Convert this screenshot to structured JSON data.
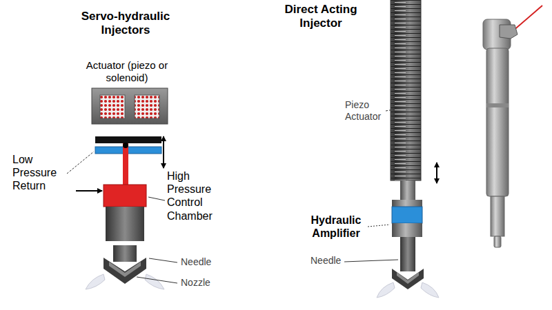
{
  "diagram": {
    "labels": [
      "Servo-hydraulic Injectors",
      "Direct Acting Injector",
      "Actuator (piezo or solenoid)",
      "Low Pressure Return",
      "High Pressure Control Chamber",
      "Piezo Actuator",
      "Hydraulic Amplifier",
      "Needle",
      "Nozzle",
      "Needle"
    ]
  }
}
